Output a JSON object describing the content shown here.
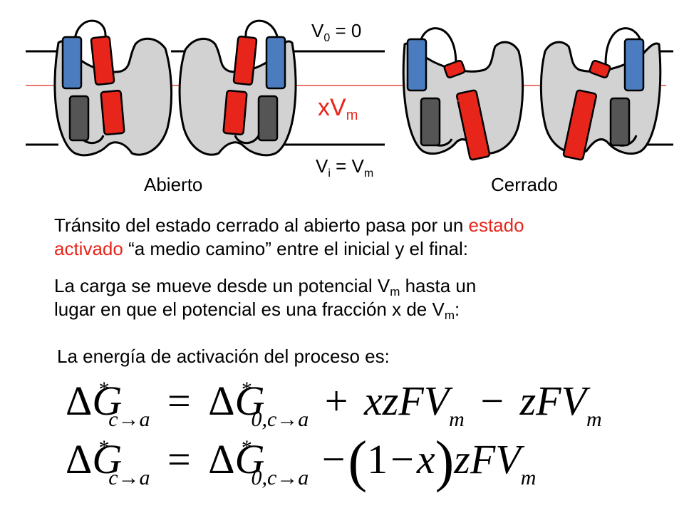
{
  "diagram": {
    "v0_label": "V",
    "v0_sub": "0",
    "v0_rest": " = 0",
    "xvm_x": "xV",
    "xvm_sub": "m",
    "vi_label": "V",
    "vi_sub": "i",
    "vi_rest": " = V",
    "vi_sub2": "m",
    "open_label": "Abierto",
    "closed_label": "Cerrado",
    "plus": "+"
  },
  "text": {
    "p1_a": "Tránsito del estado cerrado al abierto pasa por un ",
    "p1_red": "estado",
    "p1_b_red": "activado",
    "p1_b": " “a medio camino” entre el inicial y el final:",
    "p2_a": "La carga se mueve desde un potencial V",
    "p2_sub1": "m",
    "p2_b": " hasta un",
    "p2_c": "lugar en que el potencial es una fracción x de V",
    "p2_sub2": "m",
    "p2_d": ":",
    "p3": "La energía de activación del proceso es:"
  },
  "equations": {
    "delta": "Δ",
    "G": "G",
    "star": "*",
    "sub_ca": "c→a",
    "sub_0ca": "0,c→a",
    "eq": "=",
    "plus": "+",
    "minus": "−",
    "xzF": "xzFV",
    "zF": "zFV",
    "m": "m",
    "one": "1",
    "x": "x",
    "lp": "(",
    "rp": ")"
  },
  "colors": {
    "accent_red": "#e8251a",
    "blue_rod": "#4a7cbf",
    "gray_rod": "#555555",
    "channel": "#d0d0d0"
  }
}
